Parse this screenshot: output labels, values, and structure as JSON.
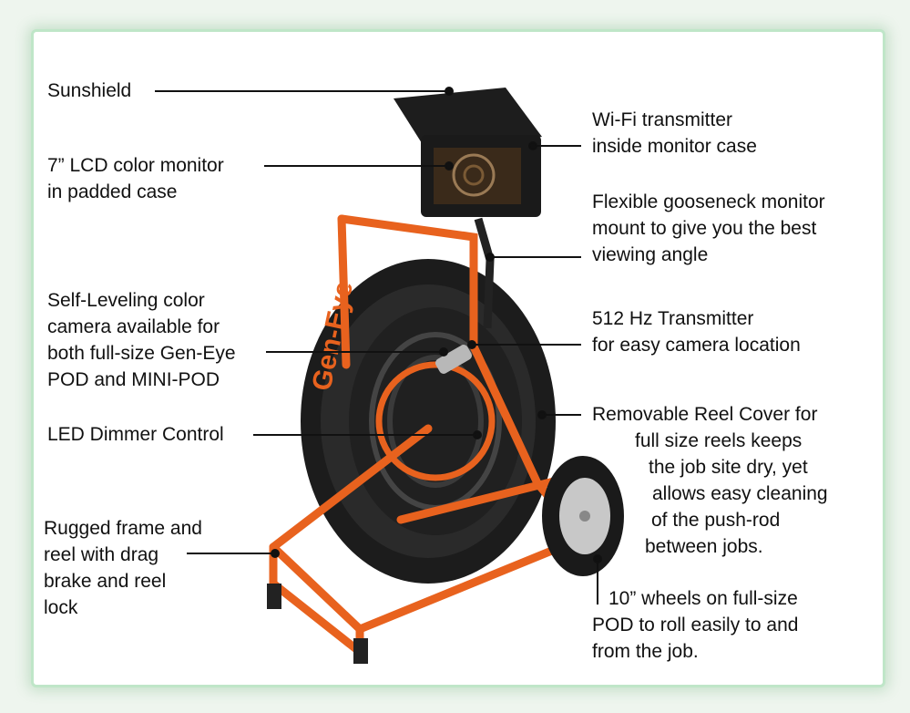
{
  "callouts": {
    "sunshield": "Sunshield",
    "lcd_1": "7” LCD color monitor",
    "lcd_2": "in padded case",
    "wifi_1": "Wi-Fi transmitter",
    "wifi_2": "inside monitor case",
    "goose_1": "Flexible gooseneck monitor",
    "goose_2": "mount to give you the best",
    "goose_3": "viewing angle",
    "cam_1": "Self-Leveling color",
    "cam_2": "camera available for",
    "cam_3": "both full-size Gen-Eye",
    "cam_4": "POD and MINI-POD",
    "tx_1": "512 Hz Transmitter",
    "tx_2": "for easy camera location",
    "led": "LED Dimmer Control",
    "cover_1": "Removable Reel Cover for",
    "cover_2": "full size reels keeps",
    "cover_3": "the job site dry, yet",
    "cover_4": "allows easy cleaning",
    "cover_5": "of the push-rod",
    "cover_6": "between jobs.",
    "frame_1": "Rugged frame and",
    "frame_2": "reel with drag",
    "frame_3": "brake and reel",
    "frame_4": "lock",
    "wheel_1": "10” wheels on full-size",
    "wheel_2": "POD to roll easily to and",
    "wheel_3": "from the job."
  },
  "product": {
    "brand": "Gen-Eye",
    "colors": {
      "frame": "#e8621e",
      "cover": "#1c1c1c",
      "screen": "#3a2a1a"
    }
  }
}
